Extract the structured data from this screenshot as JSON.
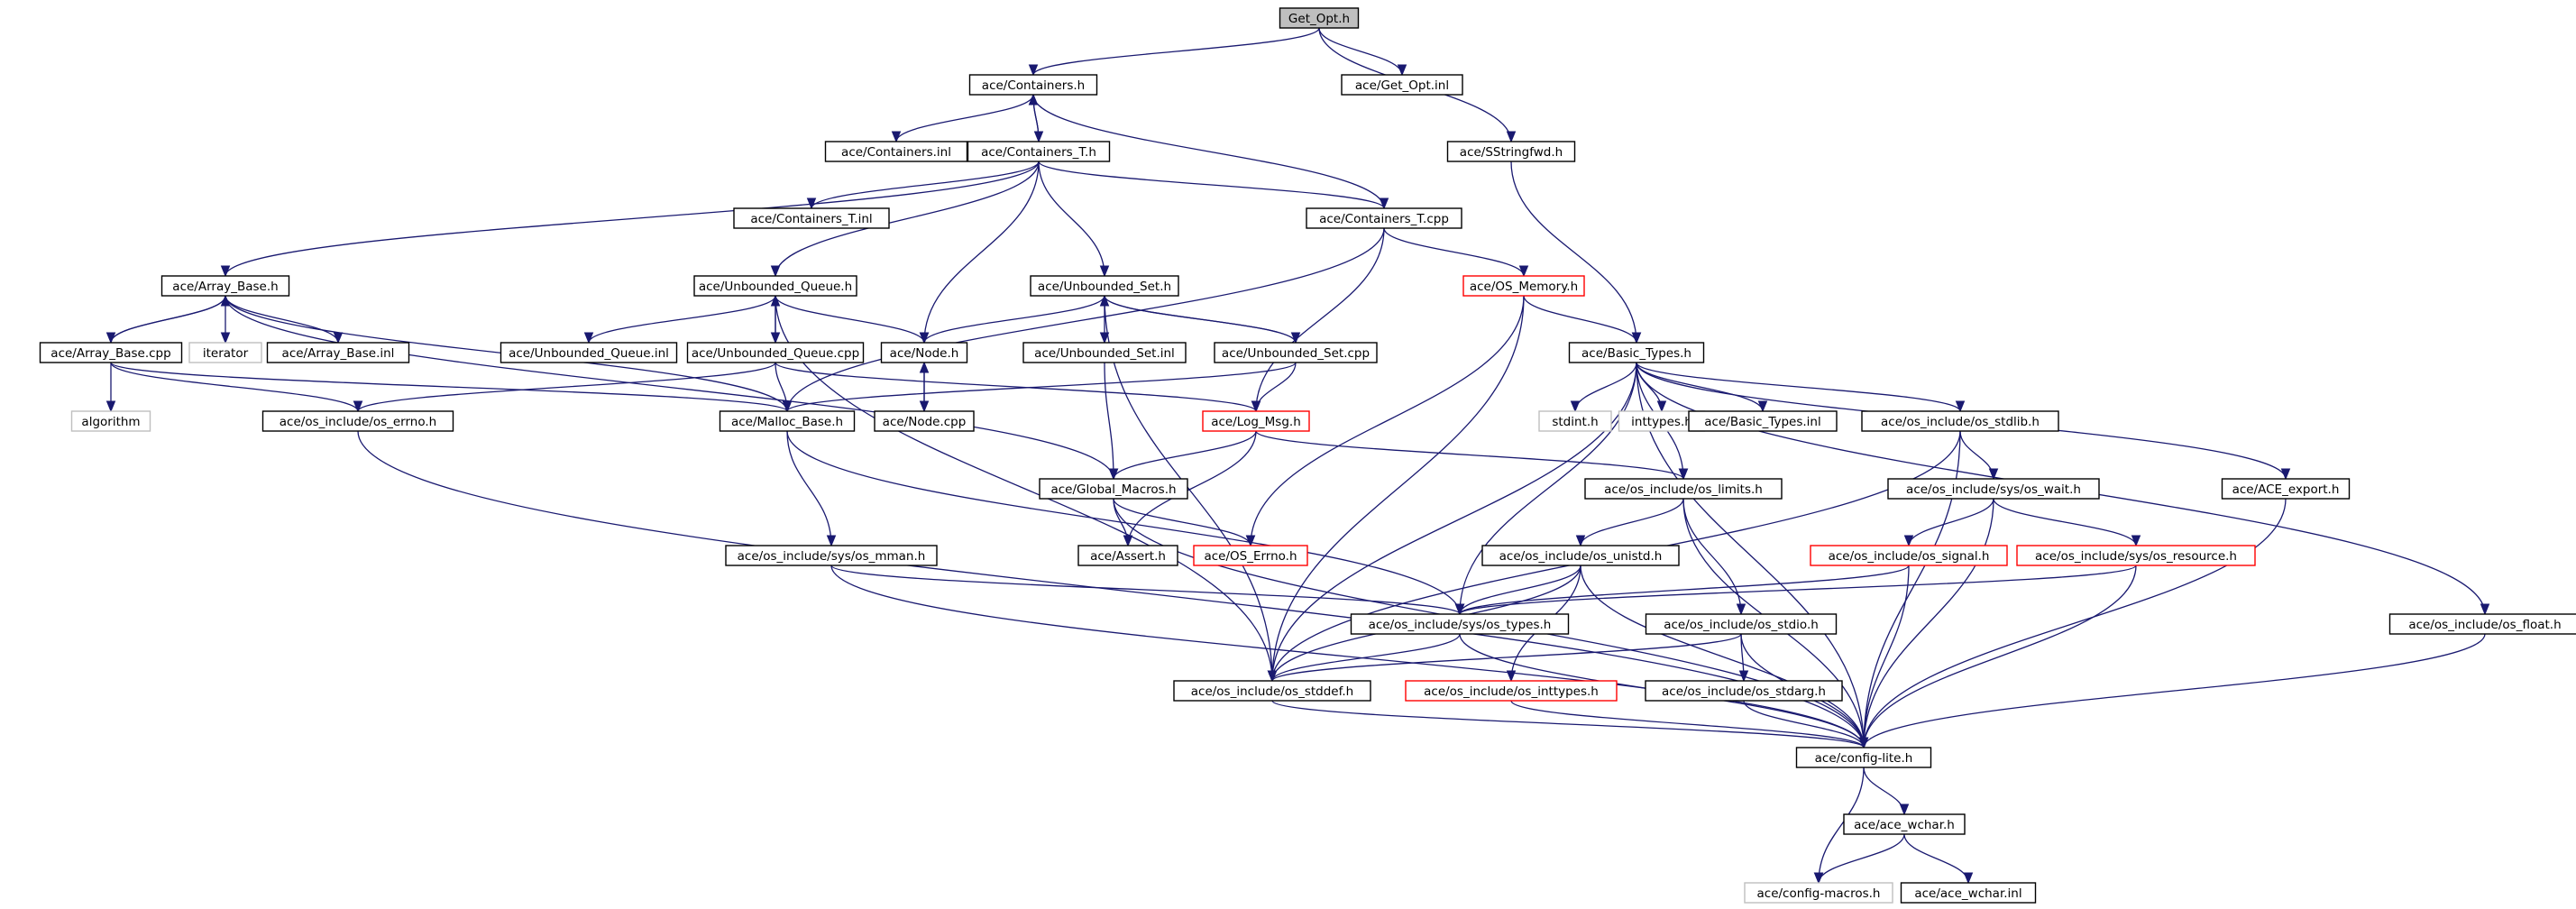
{
  "graph": {
    "nodes": [
      {
        "id": "get_opt_h",
        "label": "Get_Opt.h",
        "style": "root"
      },
      {
        "id": "containers_h",
        "label": "ace/Containers.h",
        "style": "normal"
      },
      {
        "id": "get_opt_inl",
        "label": "ace/Get_Opt.inl",
        "style": "normal"
      },
      {
        "id": "containers_inl",
        "label": "ace/Containers.inl",
        "style": "normal"
      },
      {
        "id": "containers_t_h",
        "label": "ace/Containers_T.h",
        "style": "normal"
      },
      {
        "id": "sstringfwd_h",
        "label": "ace/SStringfwd.h",
        "style": "normal"
      },
      {
        "id": "containers_t_inl",
        "label": "ace/Containers_T.inl",
        "style": "normal"
      },
      {
        "id": "containers_t_cpp",
        "label": "ace/Containers_T.cpp",
        "style": "normal"
      },
      {
        "id": "array_base_h",
        "label": "ace/Array_Base.h",
        "style": "normal"
      },
      {
        "id": "unbounded_queue_h",
        "label": "ace/Unbounded_Queue.h",
        "style": "normal"
      },
      {
        "id": "unbounded_set_h",
        "label": "ace/Unbounded_Set.h",
        "style": "normal"
      },
      {
        "id": "os_memory_h",
        "label": "ace/OS_Memory.h",
        "style": "red"
      },
      {
        "id": "array_base_cpp",
        "label": "ace/Array_Base.cpp",
        "style": "normal"
      },
      {
        "id": "iterator",
        "label": "iterator",
        "style": "grey"
      },
      {
        "id": "array_base_inl",
        "label": "ace/Array_Base.inl",
        "style": "normal"
      },
      {
        "id": "unbounded_queue_inl",
        "label": "ace/Unbounded_Queue.inl",
        "style": "normal"
      },
      {
        "id": "unbounded_queue_cpp",
        "label": "ace/Unbounded_Queue.cpp",
        "style": "normal"
      },
      {
        "id": "node_h",
        "label": "ace/Node.h",
        "style": "normal"
      },
      {
        "id": "unbounded_set_inl",
        "label": "ace/Unbounded_Set.inl",
        "style": "normal"
      },
      {
        "id": "unbounded_set_cpp",
        "label": "ace/Unbounded_Set.cpp",
        "style": "normal"
      },
      {
        "id": "basic_types_h",
        "label": "ace/Basic_Types.h",
        "style": "normal"
      },
      {
        "id": "algorithm",
        "label": "algorithm",
        "style": "grey"
      },
      {
        "id": "os_errno_h",
        "label": "ace/os_include/os_errno.h",
        "style": "normal"
      },
      {
        "id": "malloc_base_h",
        "label": "ace/Malloc_Base.h",
        "style": "normal"
      },
      {
        "id": "node_cpp",
        "label": "ace/Node.cpp",
        "style": "normal"
      },
      {
        "id": "log_msg_h",
        "label": "ace/Log_Msg.h",
        "style": "red"
      },
      {
        "id": "stdint_h",
        "label": "stdint.h",
        "style": "grey"
      },
      {
        "id": "inttypes_h",
        "label": "inttypes.h",
        "style": "grey"
      },
      {
        "id": "basic_types_inl",
        "label": "ace/Basic_Types.inl",
        "style": "normal"
      },
      {
        "id": "os_stdlib_h",
        "label": "ace/os_include/os_stdlib.h",
        "style": "normal"
      },
      {
        "id": "global_macros_h",
        "label": "ace/Global_Macros.h",
        "style": "normal"
      },
      {
        "id": "os_limits_h",
        "label": "ace/os_include/os_limits.h",
        "style": "normal"
      },
      {
        "id": "os_wait_h",
        "label": "ace/os_include/sys/os_wait.h",
        "style": "normal"
      },
      {
        "id": "ace_export_h",
        "label": "ace/ACE_export.h",
        "style": "normal"
      },
      {
        "id": "os_mman_h",
        "label": "ace/os_include/sys/os_mman.h",
        "style": "normal"
      },
      {
        "id": "assert_h",
        "label": "ace/Assert.h",
        "style": "normal"
      },
      {
        "id": "os_errno_ace_h",
        "label": "ace/OS_Errno.h",
        "style": "red"
      },
      {
        "id": "os_unistd_h",
        "label": "ace/os_include/os_unistd.h",
        "style": "normal"
      },
      {
        "id": "os_signal_h",
        "label": "ace/os_include/os_signal.h",
        "style": "red"
      },
      {
        "id": "os_resource_h",
        "label": "ace/os_include/sys/os_resource.h",
        "style": "red"
      },
      {
        "id": "os_types_h",
        "label": "ace/os_include/sys/os_types.h",
        "style": "normal"
      },
      {
        "id": "os_stdio_h",
        "label": "ace/os_include/os_stdio.h",
        "style": "normal"
      },
      {
        "id": "os_float_h",
        "label": "ace/os_include/os_float.h",
        "style": "normal"
      },
      {
        "id": "os_stddef_h",
        "label": "ace/os_include/os_stddef.h",
        "style": "normal"
      },
      {
        "id": "os_inttypes_h",
        "label": "ace/os_include/os_inttypes.h",
        "style": "red"
      },
      {
        "id": "os_stdarg_h",
        "label": "ace/os_include/os_stdarg.h",
        "style": "normal"
      },
      {
        "id": "config_lite_h",
        "label": "ace/config-lite.h",
        "style": "normal"
      },
      {
        "id": "ace_wchar_h",
        "label": "ace/ace_wchar.h",
        "style": "normal"
      },
      {
        "id": "config_macros_h",
        "label": "ace/config-macros.h",
        "style": "grey"
      },
      {
        "id": "ace_wchar_inl",
        "label": "ace/ace_wchar.inl",
        "style": "normal"
      }
    ],
    "edges": [
      [
        "get_opt_h",
        "containers_h"
      ],
      [
        "get_opt_h",
        "get_opt_inl"
      ],
      [
        "get_opt_h",
        "sstringfwd_h"
      ],
      [
        "containers_h",
        "containers_inl"
      ],
      [
        "containers_h",
        "containers_t_h"
      ],
      [
        "containers_t_h",
        "containers_h"
      ],
      [
        "containers_t_h",
        "containers_t_inl"
      ],
      [
        "containers_t_h",
        "containers_t_cpp"
      ],
      [
        "containers_t_h",
        "array_base_h"
      ],
      [
        "containers_t_h",
        "unbounded_queue_h"
      ],
      [
        "containers_t_h",
        "unbounded_set_h"
      ],
      [
        "containers_t_h",
        "node_h"
      ],
      [
        "containers_t_cpp",
        "containers_h"
      ],
      [
        "containers_t_cpp",
        "os_memory_h"
      ],
      [
        "containers_t_cpp",
        "malloc_base_h"
      ],
      [
        "containers_t_cpp",
        "log_msg_h"
      ],
      [
        "sstringfwd_h",
        "basic_types_h"
      ],
      [
        "array_base_h",
        "array_base_cpp"
      ],
      [
        "array_base_h",
        "iterator"
      ],
      [
        "array_base_h",
        "array_base_inl"
      ],
      [
        "array_base_h",
        "malloc_base_h"
      ],
      [
        "array_base_h",
        "global_macros_h"
      ],
      [
        "array_base_cpp",
        "array_base_h"
      ],
      [
        "array_base_cpp",
        "algorithm"
      ],
      [
        "array_base_cpp",
        "os_errno_h"
      ],
      [
        "array_base_cpp",
        "malloc_base_h"
      ],
      [
        "unbounded_queue_h",
        "unbounded_queue_inl"
      ],
      [
        "unbounded_queue_h",
        "unbounded_queue_cpp"
      ],
      [
        "unbounded_queue_h",
        "node_h"
      ],
      [
        "unbounded_queue_h",
        "os_stddef_h"
      ],
      [
        "unbounded_queue_cpp",
        "unbounded_queue_h"
      ],
      [
        "unbounded_queue_cpp",
        "malloc_base_h"
      ],
      [
        "unbounded_queue_cpp",
        "os_errno_h"
      ],
      [
        "unbounded_queue_cpp",
        "log_msg_h"
      ],
      [
        "unbounded_set_h",
        "node_h"
      ],
      [
        "unbounded_set_h",
        "unbounded_set_inl"
      ],
      [
        "unbounded_set_h",
        "unbounded_set_cpp"
      ],
      [
        "unbounded_set_h",
        "os_stddef_h"
      ],
      [
        "unbounded_set_cpp",
        "unbounded_set_h"
      ],
      [
        "unbounded_set_cpp",
        "malloc_base_h"
      ],
      [
        "unbounded_set_cpp",
        "log_msg_h"
      ],
      [
        "unbounded_set_inl",
        "global_macros_h"
      ],
      [
        "node_h",
        "node_cpp"
      ],
      [
        "node_cpp",
        "node_h"
      ],
      [
        "os_memory_h",
        "basic_types_h"
      ],
      [
        "os_memory_h",
        "os_stddef_h"
      ],
      [
        "os_memory_h",
        "os_errno_ace_h"
      ],
      [
        "basic_types_h",
        "stdint_h"
      ],
      [
        "basic_types_h",
        "inttypes_h"
      ],
      [
        "basic_types_h",
        "basic_types_inl"
      ],
      [
        "basic_types_h",
        "os_stdlib_h"
      ],
      [
        "basic_types_h",
        "os_limits_h"
      ],
      [
        "basic_types_h",
        "ace_export_h"
      ],
      [
        "basic_types_h",
        "os_float_h"
      ],
      [
        "basic_types_h",
        "config_lite_h"
      ],
      [
        "basic_types_h",
        "os_types_h"
      ],
      [
        "basic_types_h",
        "os_stddef_h"
      ],
      [
        "malloc_base_h",
        "os_mman_h"
      ],
      [
        "malloc_base_h",
        "os_types_h"
      ],
      [
        "log_msg_h",
        "global_macros_h"
      ],
      [
        "log_msg_h",
        "assert_h"
      ],
      [
        "log_msg_h",
        "os_limits_h"
      ],
      [
        "global_macros_h",
        "assert_h"
      ],
      [
        "global_macros_h",
        "os_errno_ace_h"
      ],
      [
        "global_macros_h",
        "config_lite_h"
      ],
      [
        "os_errno_h",
        "config_lite_h"
      ],
      [
        "os_stdlib_h",
        "os_wait_h"
      ],
      [
        "os_stdlib_h",
        "config_lite_h"
      ],
      [
        "os_stdlib_h",
        "os_stddef_h"
      ],
      [
        "os_wait_h",
        "os_signal_h"
      ],
      [
        "os_wait_h",
        "os_resource_h"
      ],
      [
        "os_wait_h",
        "config_lite_h"
      ],
      [
        "os_limits_h",
        "os_unistd_h"
      ],
      [
        "os_limits_h",
        "os_stdio_h"
      ],
      [
        "os_limits_h",
        "config_lite_h"
      ],
      [
        "os_mman_h",
        "os_types_h"
      ],
      [
        "os_mman_h",
        "config_lite_h"
      ],
      [
        "os_unistd_h",
        "os_types_h"
      ],
      [
        "os_unistd_h",
        "os_inttypes_h"
      ],
      [
        "os_unistd_h",
        "config_lite_h"
      ],
      [
        "os_unistd_h",
        "os_stddef_h"
      ],
      [
        "os_signal_h",
        "os_types_h"
      ],
      [
        "os_signal_h",
        "config_lite_h"
      ],
      [
        "os_resource_h",
        "os_types_h"
      ],
      [
        "os_resource_h",
        "config_lite_h"
      ],
      [
        "os_types_h",
        "os_stddef_h"
      ],
      [
        "os_types_h",
        "config_lite_h"
      ],
      [
        "os_stdio_h",
        "os_stdarg_h"
      ],
      [
        "os_stdio_h",
        "os_stddef_h"
      ],
      [
        "os_stdio_h",
        "config_lite_h"
      ],
      [
        "os_stdarg_h",
        "config_lite_h"
      ],
      [
        "os_inttypes_h",
        "config_lite_h"
      ],
      [
        "os_stddef_h",
        "config_lite_h"
      ],
      [
        "ace_export_h",
        "config_lite_h"
      ],
      [
        "os_float_h",
        "config_lite_h"
      ],
      [
        "config_lite_h",
        "ace_wchar_h"
      ],
      [
        "config_lite_h",
        "config_macros_h"
      ],
      [
        "ace_wchar_h",
        "config_macros_h"
      ],
      [
        "ace_wchar_h",
        "ace_wchar_inl"
      ]
    ]
  }
}
